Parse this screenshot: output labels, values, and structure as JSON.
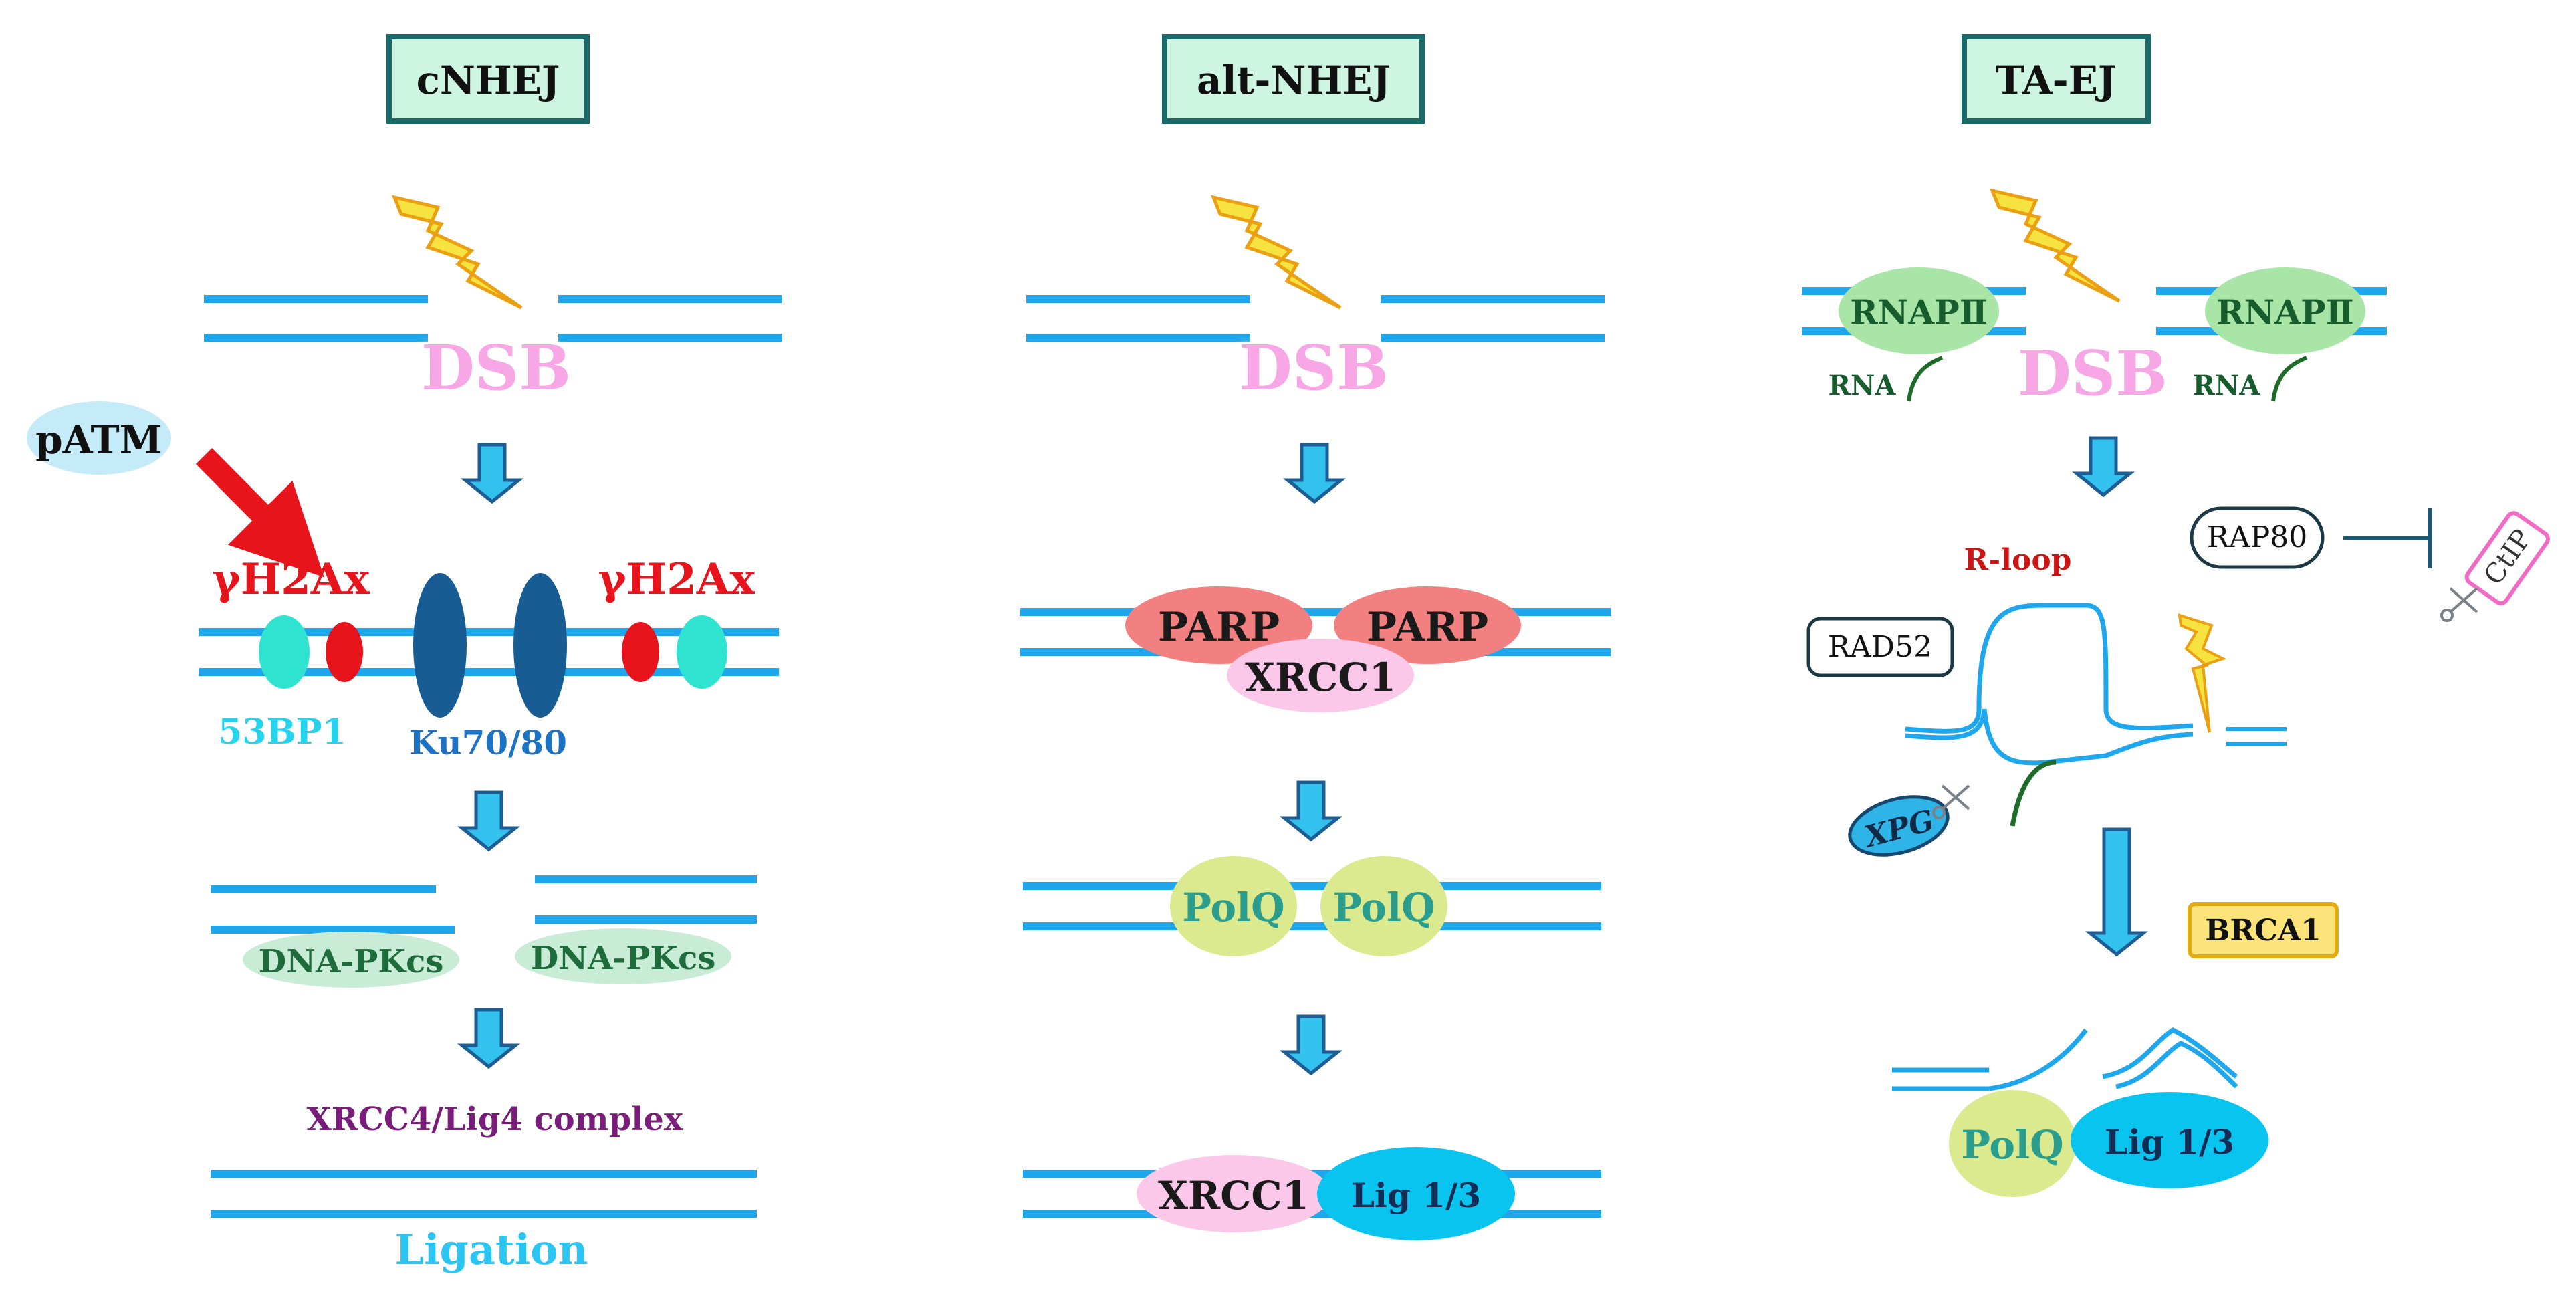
{
  "colors": {
    "dna": "#1ea7ec",
    "title_fill": "#cdf5e2",
    "title_border": "#1b6a6a",
    "dsb_text": "#f7a6e6",
    "arrow_fill": "#33c1ee",
    "arrow_stroke": "#1d5d94",
    "h2ax": "#e8141b",
    "ku": "#175d93",
    "bp53": "#2ee4d0",
    "pkcs": "#c9ecd6",
    "parp": "#f38080",
    "xrcc1": "#fbc8ea",
    "polq": "#dbe98f",
    "lig": "#08c4ee",
    "rnap": "#a8e5a6",
    "brca1_fill": "#fde47a",
    "brca1_border": "#e3ac12",
    "ctip": "#f06ac6",
    "lightning": "#f6e33f",
    "lightning_stroke": "#eaa012"
  },
  "panels": {
    "cnhej": {
      "title": "cNHEJ",
      "dsb": "DSB",
      "patm": "pATM",
      "h2ax_left": "γH2Ax",
      "h2ax_right": "γH2Ax",
      "bp53": "53BP1",
      "ku": "Ku70/80",
      "pkcs_left": "DNA-PKcs",
      "pkcs_right": "DNA-PKcs",
      "complex": "XRCC4/Lig4 complex",
      "ligation": "Ligation"
    },
    "altnhej": {
      "title": "alt-NHEJ",
      "dsb": "DSB",
      "parp_left": "PARP",
      "parp_right": "PARP",
      "xrcc1": "XRCC1",
      "polq_left": "PolQ",
      "polq_right": "PolQ",
      "xrcc1_final": "XRCC1",
      "lig": "Lig 1/3"
    },
    "taej": {
      "title": "TA-EJ",
      "dsb": "DSB",
      "rnap_left": "RNAPⅡ",
      "rnap_right": "RNAPⅡ",
      "rna_left": "RNA",
      "rna_right": "RNA",
      "rap80": "RAP80",
      "ctip": "CtIP",
      "rloop": "R-loop",
      "rad52": "RAD52",
      "xpg": "XPG",
      "brca1": "BRCA1",
      "polq": "PolQ",
      "lig": "Lig 1/3"
    }
  }
}
